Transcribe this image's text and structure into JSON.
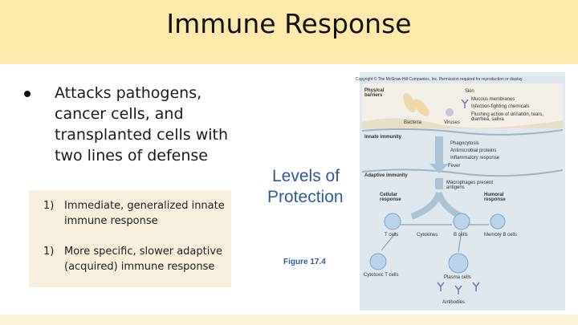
{
  "slide": {
    "title": "Immune Response",
    "bullet": "Attacks pathogens, cancer cells, and transplanted cells with two lines of defense",
    "subitems": [
      {
        "number": "1)",
        "text": "Immediate, generalized innate immune response"
      },
      {
        "number": "1)",
        "text": "More specific, slower adaptive (acquired) immune response"
      }
    ]
  },
  "figure": {
    "copyright": "Copyright © The McGraw-Hill Companies, Inc. Permission required for reproduction or display.",
    "heading_line1": "Levels of",
    "heading_line2": "Protection",
    "caption": "Figure 17.4",
    "labels": {
      "physical_barriers": "Physical barriers",
      "skin": "Skin",
      "mucous_membranes": "Mucous membranes",
      "infection_fighting": "Infection-fighting chemicals",
      "flushing": "Flushing action of urination, tears, diarrhea, saliva",
      "bacteria": "Bacteria",
      "viruses": "Viruses",
      "innate_immunity": "Innate immunity",
      "phagocytosis": "Phagocytosis",
      "antimicrobial": "Antimicrobial proteins",
      "inflammatory": "Inflammatory response",
      "fever": "Fever",
      "adaptive_immunity": "Adaptive immunity",
      "macrophages": "Macrophages present antigens",
      "cellular_response": "Cellular response",
      "humoral_response": "Humoral response",
      "t_cells": "T cells",
      "cytokines": "Cytokines",
      "b_cells": "B cells",
      "memory_b_cells": "Memory B cells",
      "cytotoxic_t_cells": "Cytotoxic T cells",
      "plasma_cells": "Plasma cells",
      "antibodies": "Antibodies"
    }
  }
}
